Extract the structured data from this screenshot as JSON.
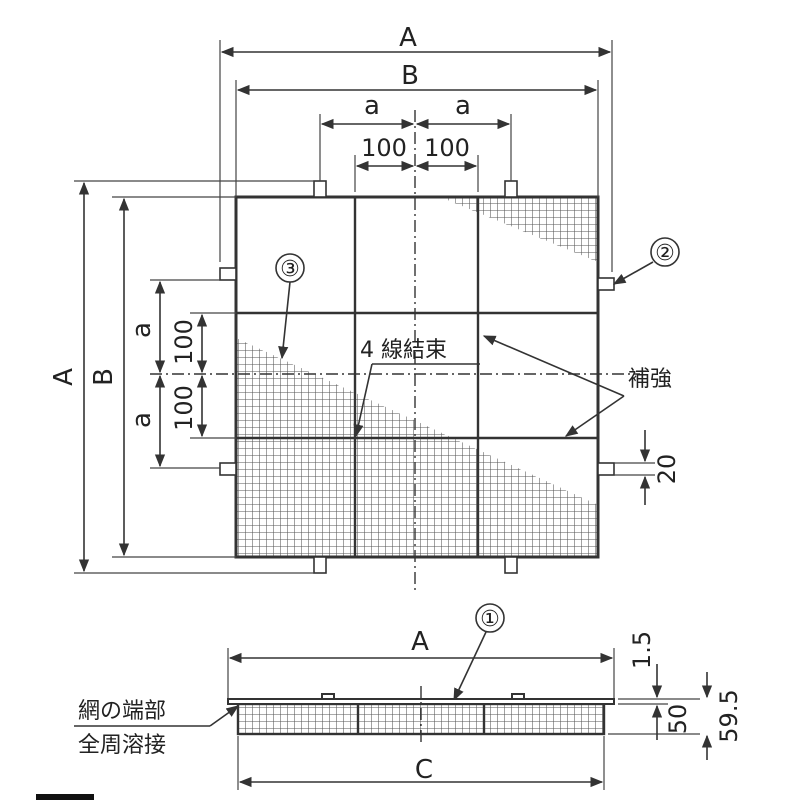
{
  "labels": {
    "dim_A": "A",
    "dim_B": "B",
    "dim_a": "a",
    "dim_100": "100",
    "dim_20": "20",
    "dim_C": "C",
    "dim_1_5": "1.5",
    "dim_50": "50",
    "dim_59_5": "59.5",
    "callout_1": "①",
    "callout_2": "②",
    "callout_3": "③",
    "wire_tie": "4 線結束",
    "reinforcement": "補強",
    "edge_line1": "網の端部",
    "edge_line2": "全周溶接"
  },
  "colors": {
    "line": "#333333",
    "mesh": "#555555",
    "background": "#ffffff"
  }
}
